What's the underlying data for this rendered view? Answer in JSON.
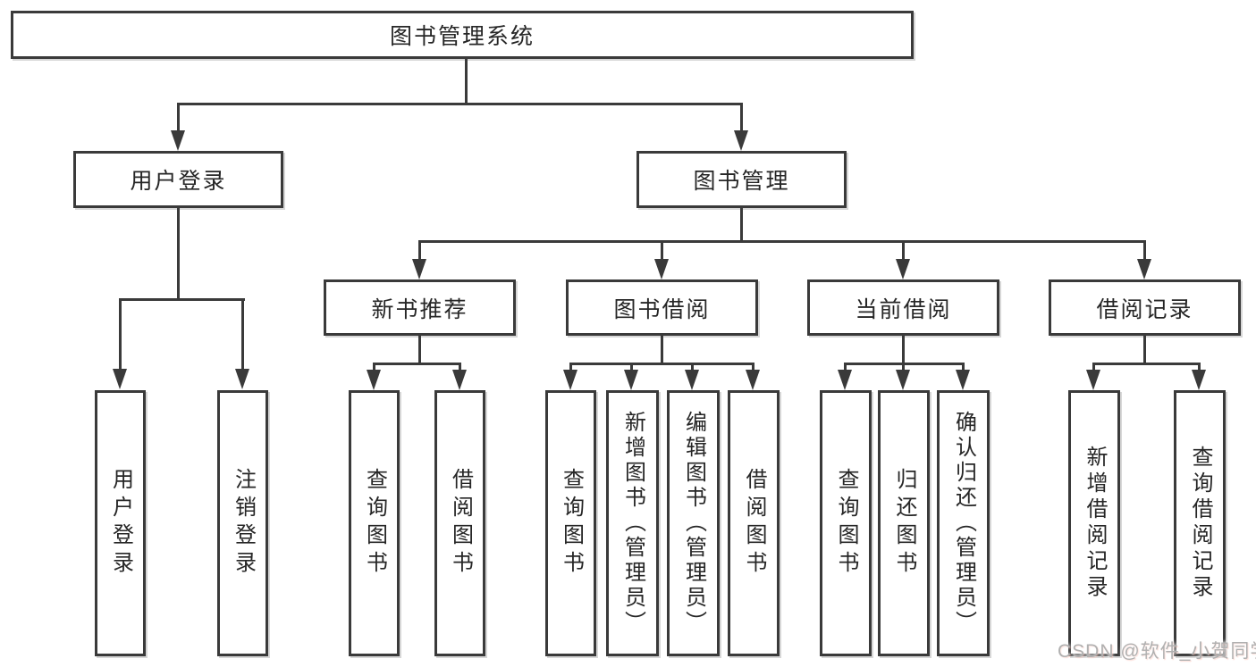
{
  "diagram": {
    "title": "图书管理系统",
    "watermark": "CSDN @软件_小贺同学",
    "colors": {
      "line": "#3a3a3a",
      "text": "#262626",
      "box_fill": "#ffffff",
      "watermark_text": "#b0b0b0"
    },
    "nodes": {
      "root": "图书管理系统",
      "user_login": "用户登录",
      "book_mgmt": "图书管理",
      "user_login_action": "用户登录",
      "logout_action": "注销登录",
      "new_books": "新书推荐",
      "book_borrow": "图书借阅",
      "current_borrow": "当前借阅",
      "borrow_records": "借阅记录",
      "nb_query_books": "查询图书",
      "nb_borrow_books": "借阅图书",
      "bb_query_books": "查询图书",
      "bb_add_books": "新增图书（管理员）",
      "bb_edit_books": "编辑图书（管理员）",
      "bb_borrow_books": "借阅图书",
      "cb_query_books": "查询图书",
      "cb_return_books": "归还图书",
      "cb_confirm_return": "确认归还（管理员）",
      "br_add_record": "新增借阅记录",
      "br_query_record": "查询借阅记录"
    }
  }
}
